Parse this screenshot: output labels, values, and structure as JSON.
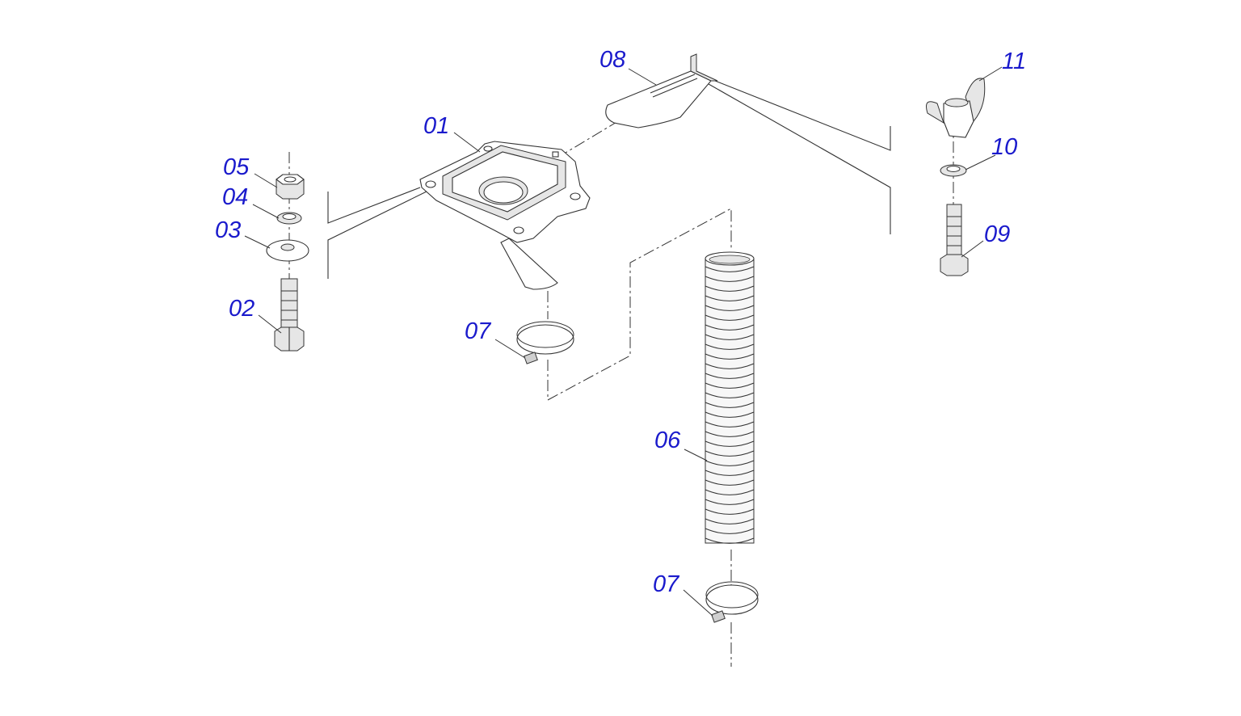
{
  "labels": [
    {
      "id": "01",
      "text": "01"
    },
    {
      "id": "02",
      "text": "02"
    },
    {
      "id": "03",
      "text": "03"
    },
    {
      "id": "04",
      "text": "04"
    },
    {
      "id": "05",
      "text": "05"
    },
    {
      "id": "06",
      "text": "06"
    },
    {
      "id": "07a",
      "text": "07"
    },
    {
      "id": "07b",
      "text": "07"
    },
    {
      "id": "08",
      "text": "08"
    },
    {
      "id": "09",
      "text": "09"
    },
    {
      "id": "10",
      "text": "10"
    },
    {
      "id": "11",
      "text": "11"
    }
  ],
  "colors": {
    "label": "#1a1acc",
    "line": "#333333",
    "background": "#ffffff"
  }
}
